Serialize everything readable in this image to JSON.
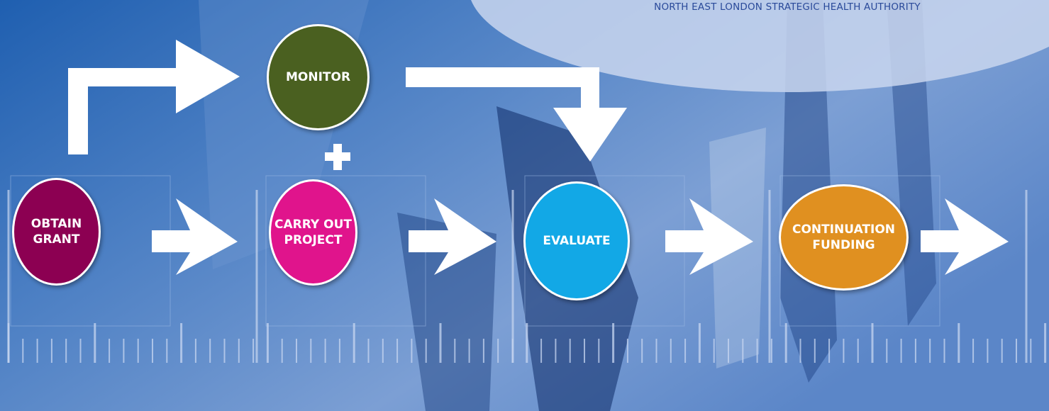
{
  "header": {
    "organisation": "NORTH EAST LONDON STRATEGIC HEALTH AUTHORITY"
  },
  "nodes": {
    "obtain_grant": {
      "label": "OBTAIN\nGRANT",
      "color": "#8c0052"
    },
    "carry_out_project": {
      "label": "CARRY OUT\nPROJECT",
      "color": "#e0148c"
    },
    "monitor": {
      "label": "MONITOR",
      "color": "#4a6020"
    },
    "evaluate": {
      "label": "EVALUATE",
      "color": "#12a8e6"
    },
    "continuation_funding": {
      "label": "CONTINUATION\nFUNDING",
      "color": "#e09020"
    }
  },
  "connector": {
    "plus_symbol": "+"
  },
  "colors": {
    "background": "#3f78c2",
    "arrow": "#ffffff",
    "header_ellipse": "#c9d6ee"
  }
}
